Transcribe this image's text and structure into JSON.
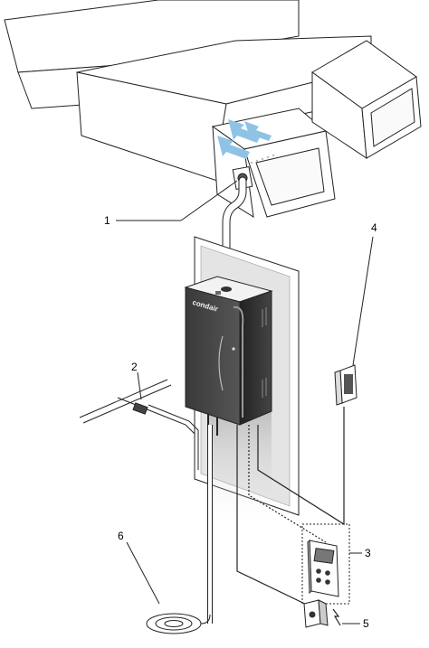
{
  "diagram": {
    "brand_label": "condair",
    "callouts": [
      {
        "id": "1",
        "label": "1"
      },
      {
        "id": "2",
        "label": "2"
      },
      {
        "id": "3",
        "label": "3"
      },
      {
        "id": "4",
        "label": "4"
      },
      {
        "id": "5",
        "label": "5"
      },
      {
        "id": "6",
        "label": "6"
      }
    ]
  },
  "colors": {
    "line": "#222222",
    "duct_fill": "#ffffff",
    "unit_dark": "#2b2b2b",
    "unit_mid": "#4a4a4a",
    "unit_light": "#7a7a7a",
    "wall": "#d9d9d9",
    "airflow": "#8fc3e6"
  }
}
